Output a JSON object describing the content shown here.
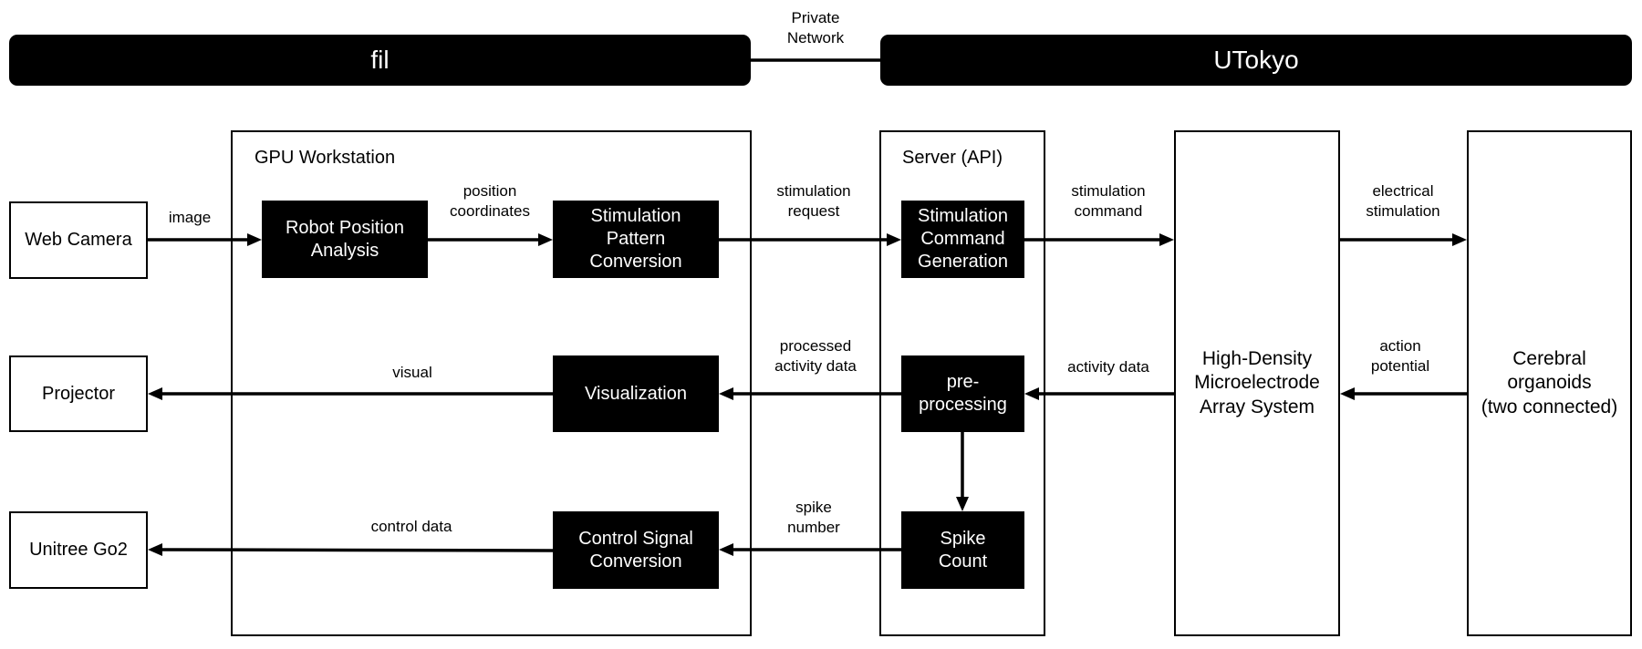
{
  "network_label": "Private\nNetwork",
  "banners": {
    "left": "fil",
    "right": "UTokyo"
  },
  "containers": {
    "gpu_workstation": "GPU Workstation",
    "server": "Server (API)"
  },
  "external": {
    "web_camera": "Web Camera",
    "projector": "Projector",
    "unitree": "Unitree Go2"
  },
  "blocks": {
    "robot_position": "Robot Position\nAnalysis",
    "stim_pattern": "Stimulation\nPattern\nConversion",
    "visualization": "Visualization",
    "control_signal": "Control Signal\nConversion",
    "stim_command": "Stimulation\nCommand\nGeneration",
    "preprocessing": "pre-\nprocessing",
    "spike_count": "Spike\nCount"
  },
  "mea": "High-Density\nMicroelectrode\nArray System",
  "organoids": "Cerebral\norganoids\n(two connected)",
  "edges": {
    "image": "image",
    "position_coordinates": "position\ncoordinates",
    "stimulation_request": "stimulation\nrequest",
    "stimulation_command": "stimulation\ncommand",
    "electrical_stimulation": "electrical\nstimulation",
    "visual": "visual",
    "processed_activity": "processed\nactivity data",
    "activity_data": "activity data",
    "action_potential": "action\npotential",
    "control_data": "control data",
    "spike_number": "spike\nnumber"
  },
  "colors": {
    "block_fill": "#000000",
    "background": "#ffffff",
    "text_on_block": "#ffffff"
  }
}
